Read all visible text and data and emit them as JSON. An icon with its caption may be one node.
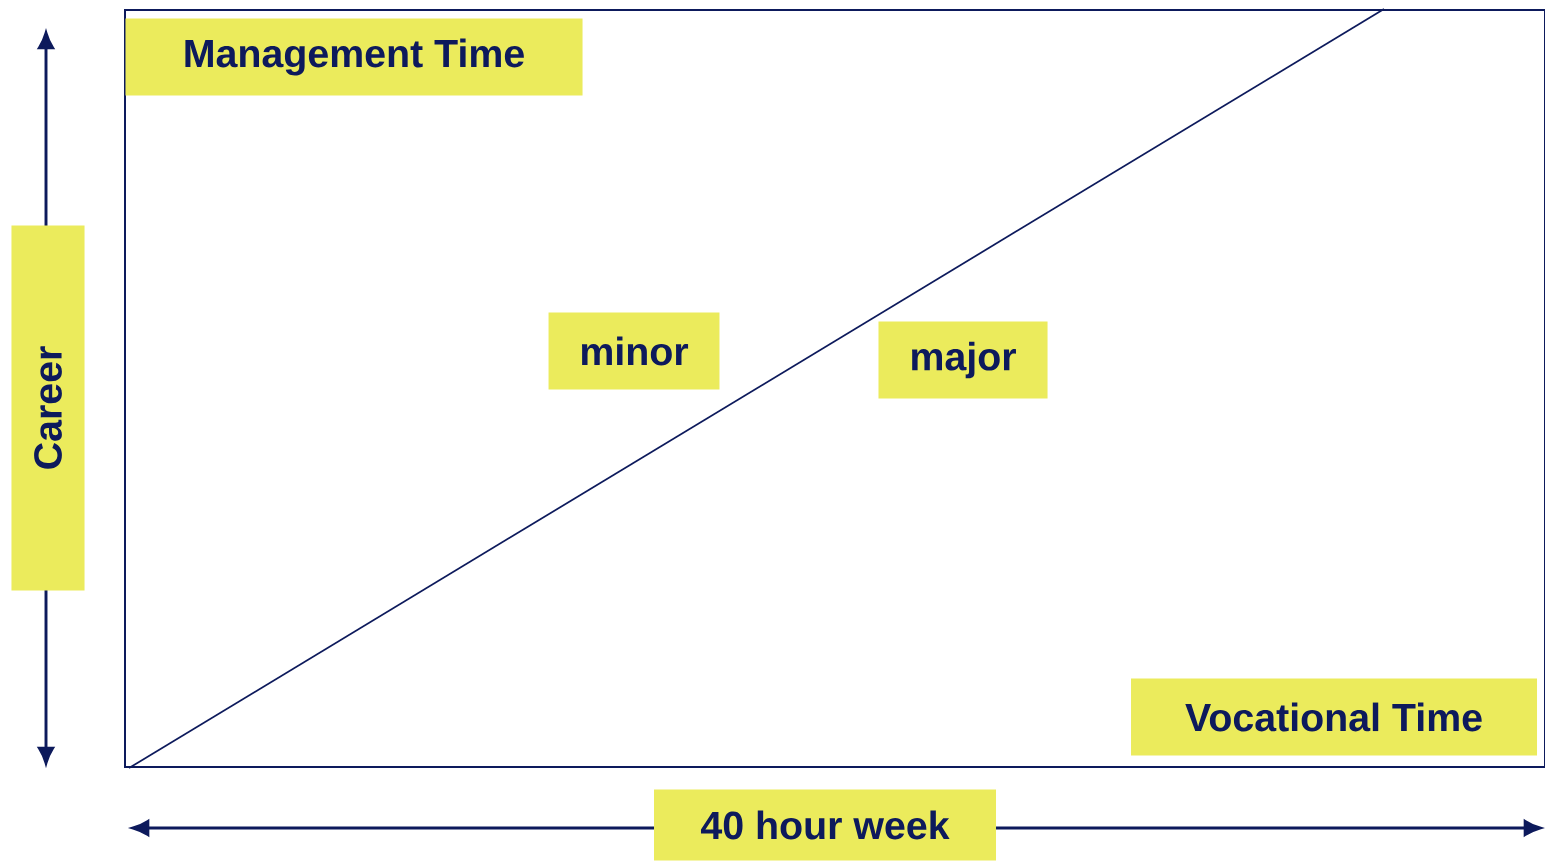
{
  "diagram": {
    "nodes": [
      {
        "text": [],
        "shape": "box"
      },
      {
        "text": [
          "Management Time"
        ],
        "in": 0
      },
      {
        "text": [
          "minor"
        ],
        "in": 0
      },
      {
        "text": [
          "major"
        ],
        "in": 0
      },
      {
        "text": [
          "Vocational Time"
        ],
        "in": 0
      },
      {
        "text": [
          "Career"
        ]
      },
      {
        "text": [
          "40 hour week"
        ]
      }
    ]
  }
}
